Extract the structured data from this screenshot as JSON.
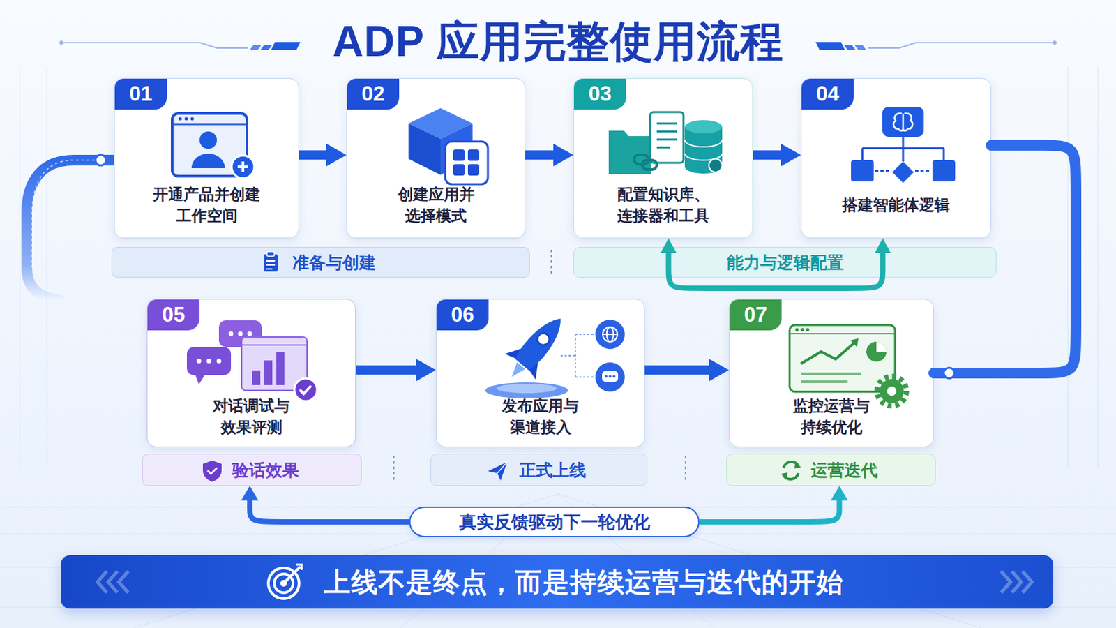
{
  "diagram": {
    "title": "ADP 应用完整使用流程",
    "nodes": [
      {
        "text": [
          "01",
          "开通产品并创建 工作空间"
        ]
      },
      {
        "text": [
          "02",
          "创建应用并 选择模式"
        ]
      },
      {
        "text": [
          "03",
          "配置知识库、 连接器和工具"
        ]
      },
      {
        "text": [
          "04",
          "搭建智能体逻辑"
        ]
      },
      {
        "text": [
          "准备与创建"
        ]
      },
      {
        "text": [
          "能力与逻辑配置"
        ]
      },
      {
        "text": [
          "05",
          "对话调试与 效果评测"
        ]
      },
      {
        "text": [
          "06",
          "发布应用与 渠道接入"
        ]
      },
      {
        "text": [
          "07",
          "监控运营与 持续优化"
        ]
      },
      {
        "text": [
          "验话效果"
        ]
      },
      {
        "text": [
          "正式上线"
        ]
      },
      {
        "text": [
          "运营迭代"
        ]
      },
      {
        "text": [
          "真实反馈驱动下一轮优化"
        ]
      },
      {
        "text": [
          "上线不是终点，而是持续运营与迭代的开始"
        ]
      }
    ],
    "edges": [
      {
        "from": 0,
        "to": 1,
        "arrow": "to"
      },
      {
        "from": 1,
        "to": 2,
        "arrow": "to"
      },
      {
        "from": 2,
        "to": 3,
        "arrow": "to"
      },
      {
        "from": 3,
        "to": 8,
        "arrow": "none"
      },
      {
        "from": 2,
        "to": 3,
        "arrow": "both"
      },
      {
        "from": 6,
        "to": 7,
        "arrow": "to"
      },
      {
        "from": 7,
        "to": 8,
        "arrow": "to"
      },
      {
        "from": 12,
        "to": 9,
        "arrow": "to"
      },
      {
        "from": 12,
        "to": 11,
        "arrow": "to"
      }
    ]
  }
}
